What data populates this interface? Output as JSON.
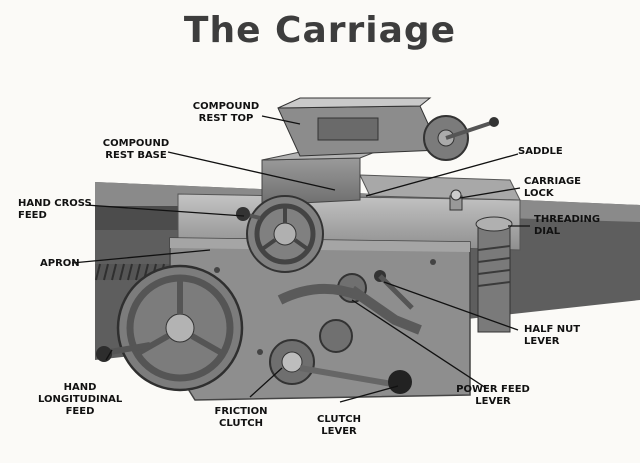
{
  "title": "The Carriage",
  "labels": {
    "compound_rest_top": "COMPOUND\nREST TOP",
    "compound_rest_base": "COMPOUND\nREST BASE",
    "hand_cross_feed": "HAND CROSS\nFEED",
    "apron": "APRON",
    "hand_longitudinal_feed": "HAND\nLONGITUDINAL\nFEED",
    "friction_clutch": "FRICTION\nCLUTCH",
    "clutch_lever": "CLUTCH\nLEVER",
    "power_feed_lever": "POWER FEED\nLEVER",
    "half_nut_lever": "HALF NUT\nLEVER",
    "saddle": "SADDLE",
    "carriage_lock": "CARRIAGE\nLOCK",
    "threading_dial": "THREADING\nDIAL"
  }
}
